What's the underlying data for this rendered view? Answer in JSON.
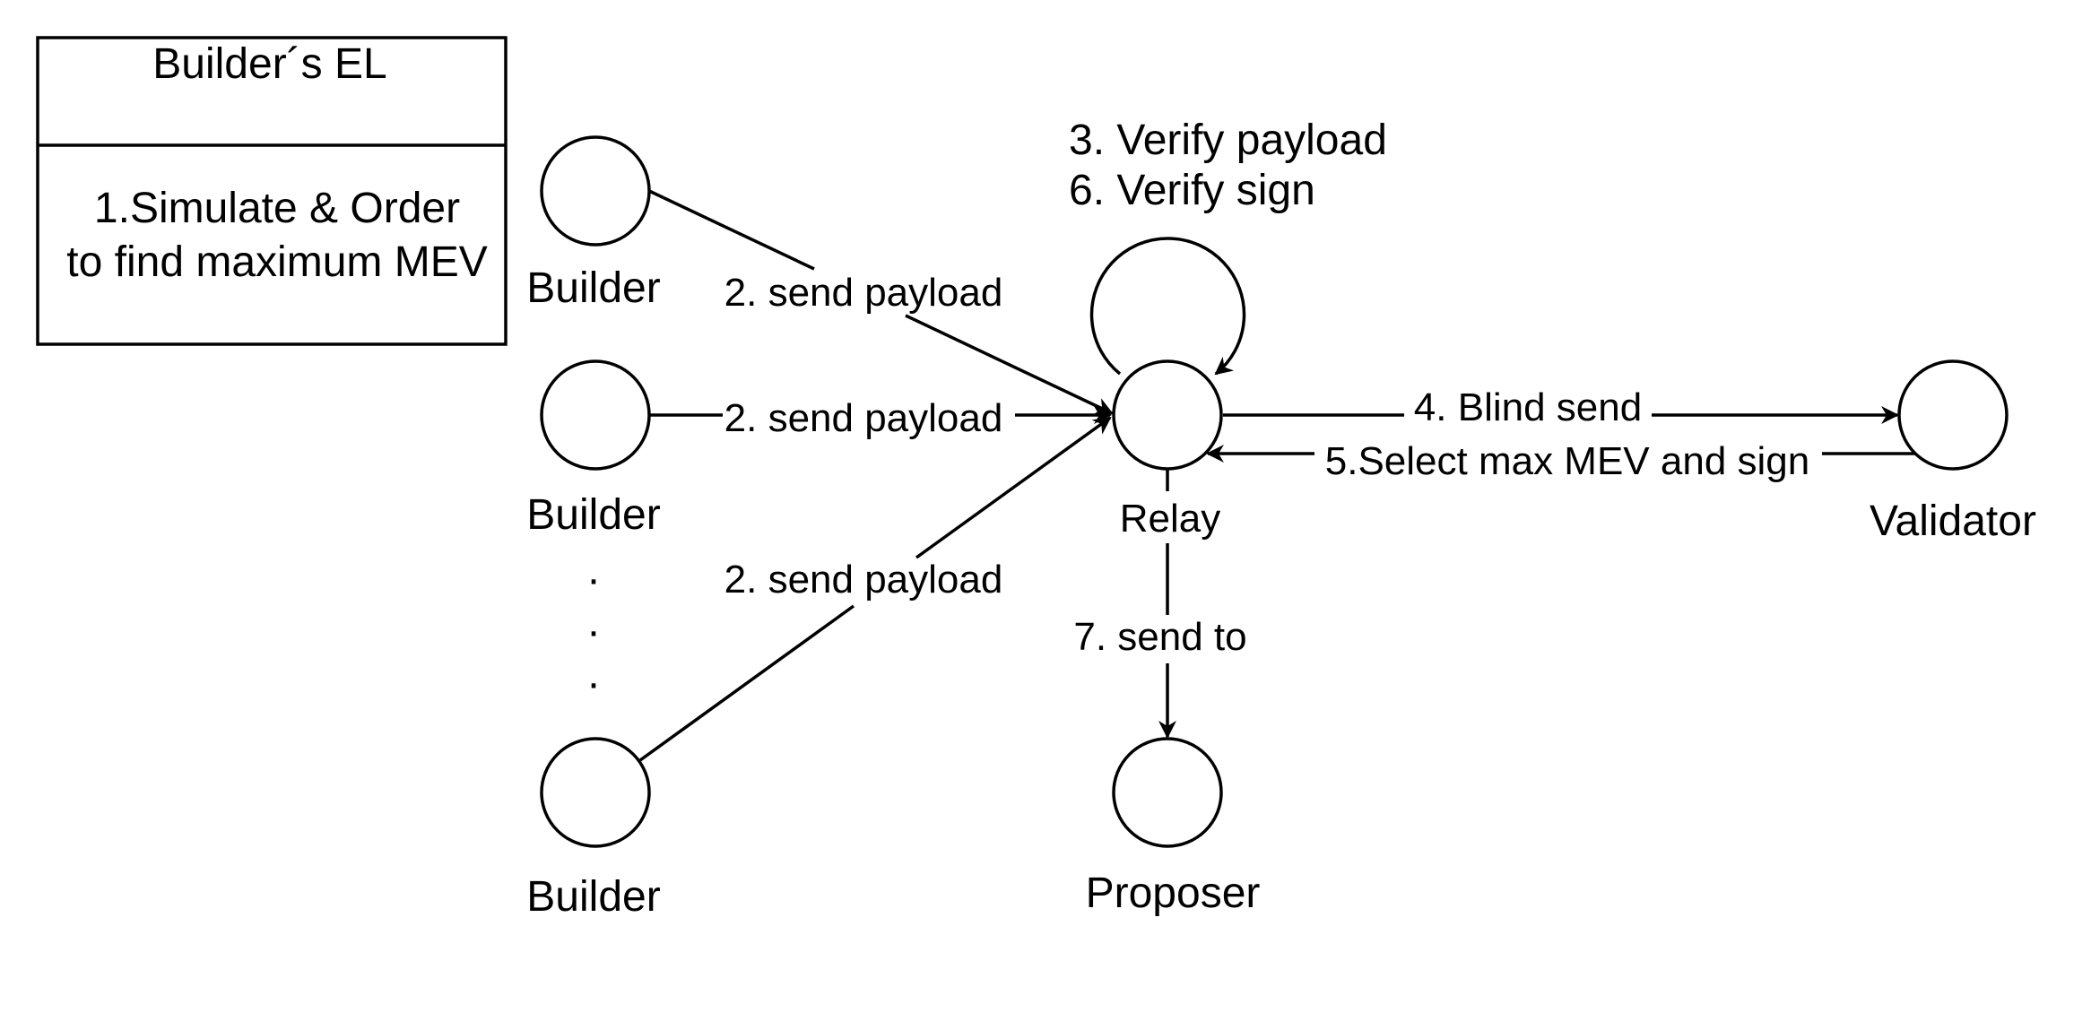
{
  "builder_el": {
    "title": "Builder´s EL",
    "line1": "1.Simulate & Order",
    "line2": "to find maximum MEV"
  },
  "nodes": {
    "builder_top": "Builder",
    "builder_mid": "Builder",
    "builder_bottom": "Builder",
    "ellipsis": [
      "·",
      "·",
      "·"
    ],
    "relay": "Relay",
    "validator": "Validator",
    "proposer": "Proposer"
  },
  "edges": {
    "send_payload_top": "2. send payload",
    "send_payload_mid": "2. send payload",
    "send_payload_bottom": "2. send payload",
    "verify_payload": "3. Verify payload",
    "verify_sign": "6. Verify sign",
    "blind_send": "4. Blind send",
    "select_sign": "5.Select max MEV and sign",
    "send_to": "7. send to"
  },
  "colors": {
    "stroke": "#000000",
    "background": "#ffffff"
  }
}
